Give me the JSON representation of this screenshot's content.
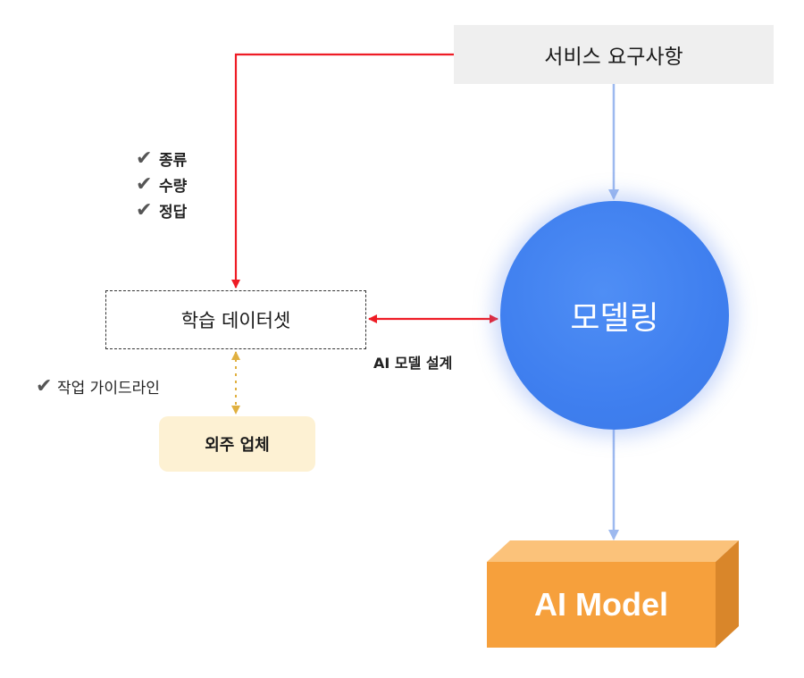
{
  "nodes": {
    "service_requirements": "서비스 요구사항",
    "training_dataset": "학습 데이터셋",
    "outsourcing_vendor": "외주 업체",
    "modeling": "모델링",
    "ai_model": "AI Model"
  },
  "checklist": [
    {
      "label": "종류",
      "icon": "checkmark-icon"
    },
    {
      "label": "수량",
      "icon": "checkmark-icon"
    },
    {
      "label": "정답",
      "icon": "checkmark-icon"
    }
  ],
  "guideline": {
    "label": "작업 가이드라인",
    "icon": "checkmark-icon"
  },
  "edge_labels": {
    "ai_model_design": "AI 모델 설계"
  },
  "colors": {
    "red_arrow": "#ee1c25",
    "blue_arrow": "#9db9ef",
    "yellow_arrow": "#e0b040",
    "circle": "#3f7fef",
    "ai_model_box": "#f6a03c",
    "vendor_box": "#fdf1d3",
    "service_box": "#efefef"
  }
}
